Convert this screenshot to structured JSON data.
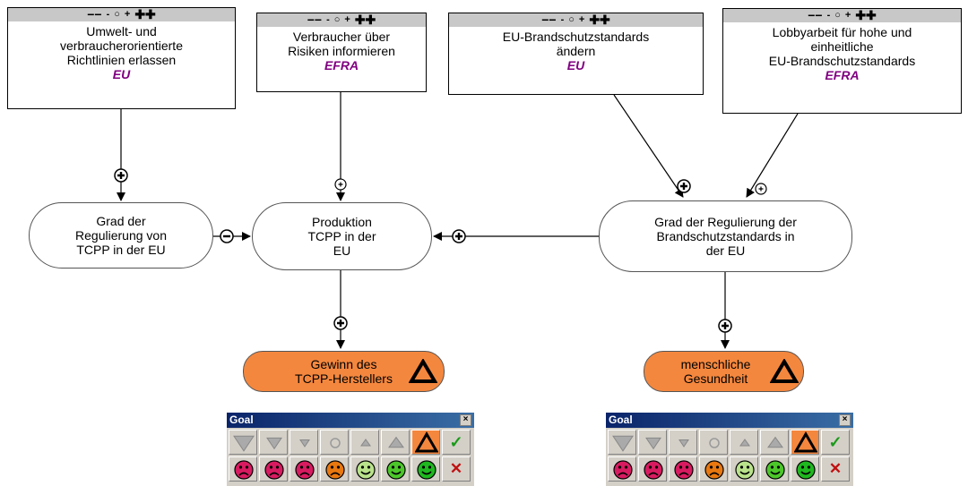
{
  "scale_glyphs": {
    "mm": "−−",
    "m": "-",
    "o": "○",
    "p": "+",
    "pp": "✚✚"
  },
  "actions": [
    {
      "id": "a1",
      "lines": [
        "Umwelt- und",
        "verbraucherorientierte",
        "Richtlinien erlassen"
      ],
      "actor": "EU"
    },
    {
      "id": "a2",
      "lines": [
        "Verbraucher über",
        "Risiken informieren"
      ],
      "actor": "EFRA"
    },
    {
      "id": "a3",
      "lines": [
        "EU-Brandschutzstandards",
        "ändern"
      ],
      "actor": "EU"
    },
    {
      "id": "a4",
      "lines": [
        "Lobbyarbeit für hohe und",
        "einheitliche",
        "EU-Brandschutzstandards"
      ],
      "actor": "EFRA"
    }
  ],
  "factors": [
    {
      "id": "f1",
      "lines": [
        "Grad der",
        "Regulierung von",
        "TCPP in der EU"
      ]
    },
    {
      "id": "f2",
      "lines": [
        "Produktion",
        "TCPP in der",
        "EU"
      ]
    },
    {
      "id": "f3",
      "lines": [
        "Grad der Regulierung der",
        "Brandschutzstandards in",
        "der EU"
      ]
    }
  ],
  "goals": [
    {
      "id": "g1",
      "lines": [
        "Gewinn des",
        "TCPP-Herstellers"
      ]
    },
    {
      "id": "g2",
      "lines": [
        "menschliche",
        "Gesundheit"
      ]
    }
  ],
  "links": [
    {
      "from": "a1",
      "to": "f1",
      "sign": "+",
      "style": "big"
    },
    {
      "from": "a2",
      "to": "f2",
      "sign": "+",
      "style": "small"
    },
    {
      "from": "a3",
      "to": "f3",
      "sign": "+",
      "style": "big"
    },
    {
      "from": "a4",
      "to": "f3",
      "sign": "+",
      "style": "small"
    },
    {
      "from": "f1",
      "to": "f2",
      "sign": "−",
      "style": "big"
    },
    {
      "from": "f3",
      "to": "f2",
      "sign": "+",
      "style": "big"
    },
    {
      "from": "f2",
      "to": "g1",
      "sign": "+",
      "style": "big"
    },
    {
      "from": "f3",
      "to": "g2",
      "sign": "+",
      "style": "big"
    }
  ],
  "goal_panels": [
    {
      "title": "Goal",
      "close": "×",
      "confirm": "✓",
      "cancel": "✕",
      "selected_level": 7
    },
    {
      "title": "Goal",
      "close": "×",
      "confirm": "✓",
      "cancel": "✕",
      "selected_level": 7
    }
  ],
  "colors": {
    "actor": "#800080",
    "goal_fill": "#f4873e",
    "panel_bg": "#d4d0c8",
    "title_bar": "#0a246a"
  }
}
